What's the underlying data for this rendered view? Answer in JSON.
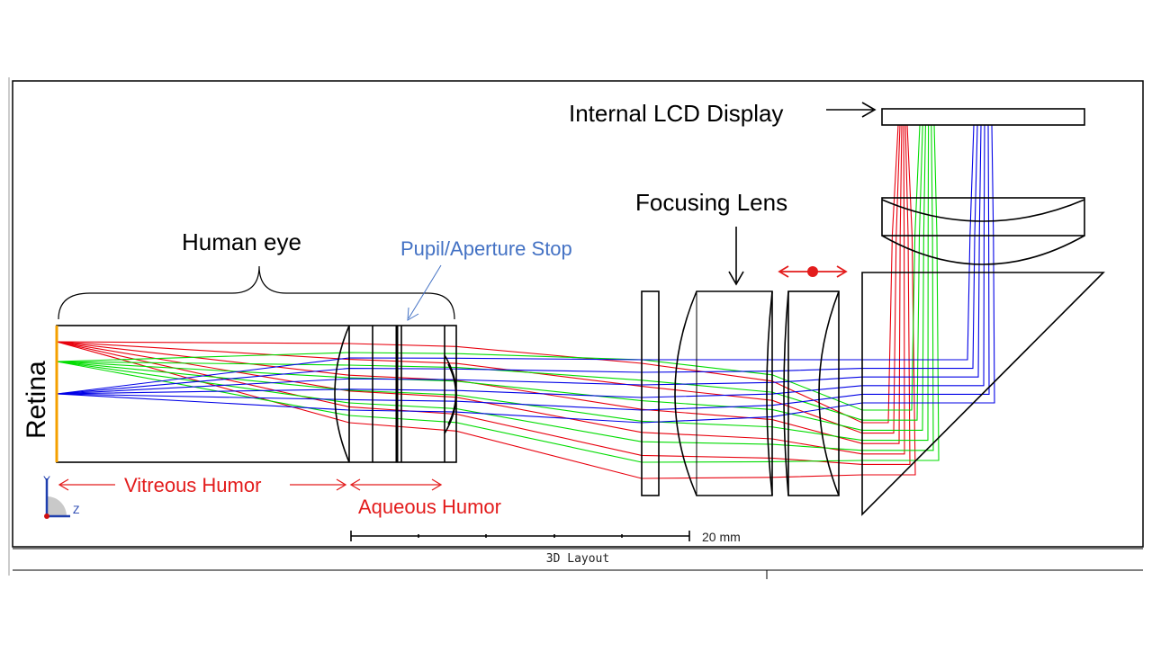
{
  "labels": {
    "internal_lcd_display": "Internal LCD Display",
    "focusing_lens": "Focusing Lens",
    "human_eye": "Human eye",
    "pupil_aperture_stop": "Pupil/Aperture Stop",
    "retina": "Retina",
    "vitreous_humor": "Vitreous Humor",
    "aqueous_humor": "Aqueous Humor",
    "scale_bar": "20 mm",
    "axis_y": "Y",
    "axis_z": "Z"
  },
  "window": {
    "caption": "3D Layout"
  },
  "colors": {
    "red_ray": "#e8000d",
    "green_ray": "#00dc00",
    "blue_ray": "#0000e6",
    "annotation_red": "#e31c1c",
    "annotation_blue": "#4472c4",
    "outline": "#000000"
  }
}
